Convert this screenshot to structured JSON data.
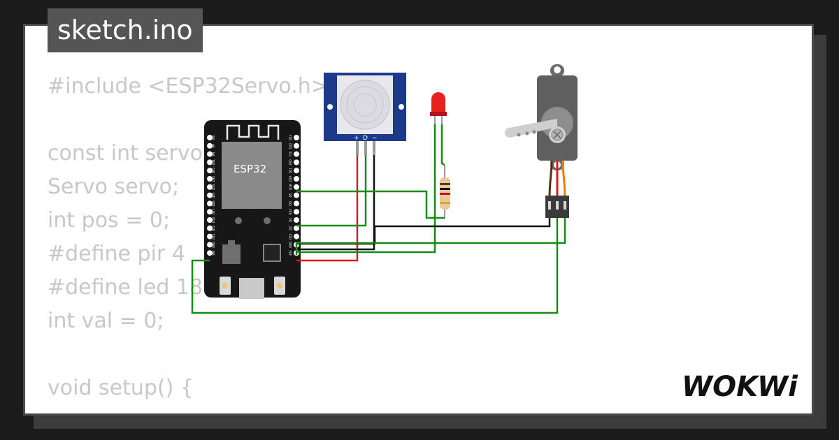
{
  "tab": {
    "title": "sketch.ino"
  },
  "code": {
    "lines": [
      "#include <ESP32Servo.h>",
      "",
      "const int servoPin = 5;",
      "Servo servo;",
      "int pos = 0;",
      "#define pir 4",
      "#define led 18",
      "int val = 0;",
      "",
      "void setup() {"
    ]
  },
  "board": {
    "label": "ESP32",
    "left_pins": [
      "EN",
      "VP",
      "VN",
      "D34",
      "D35",
      "D32",
      "D33",
      "D25",
      "D26",
      "D27",
      "D14",
      "D12",
      "D13",
      "GND",
      "VIN"
    ],
    "right_pins": [
      "D23",
      "D22",
      "TX0",
      "RX0",
      "D21",
      "D19",
      "D18",
      "D5",
      "TX2",
      "RX2",
      "D4",
      "D2",
      "D15",
      "GND",
      "3V3"
    ]
  },
  "pir": {
    "pin_labels": [
      "+",
      "D",
      "−"
    ]
  },
  "wire_colors": {
    "signal": "#168c16",
    "power": "#e0141e",
    "ground": "#111111",
    "servo_signal": "#f07d0a"
  },
  "logo": {
    "text": "WOKWi"
  }
}
